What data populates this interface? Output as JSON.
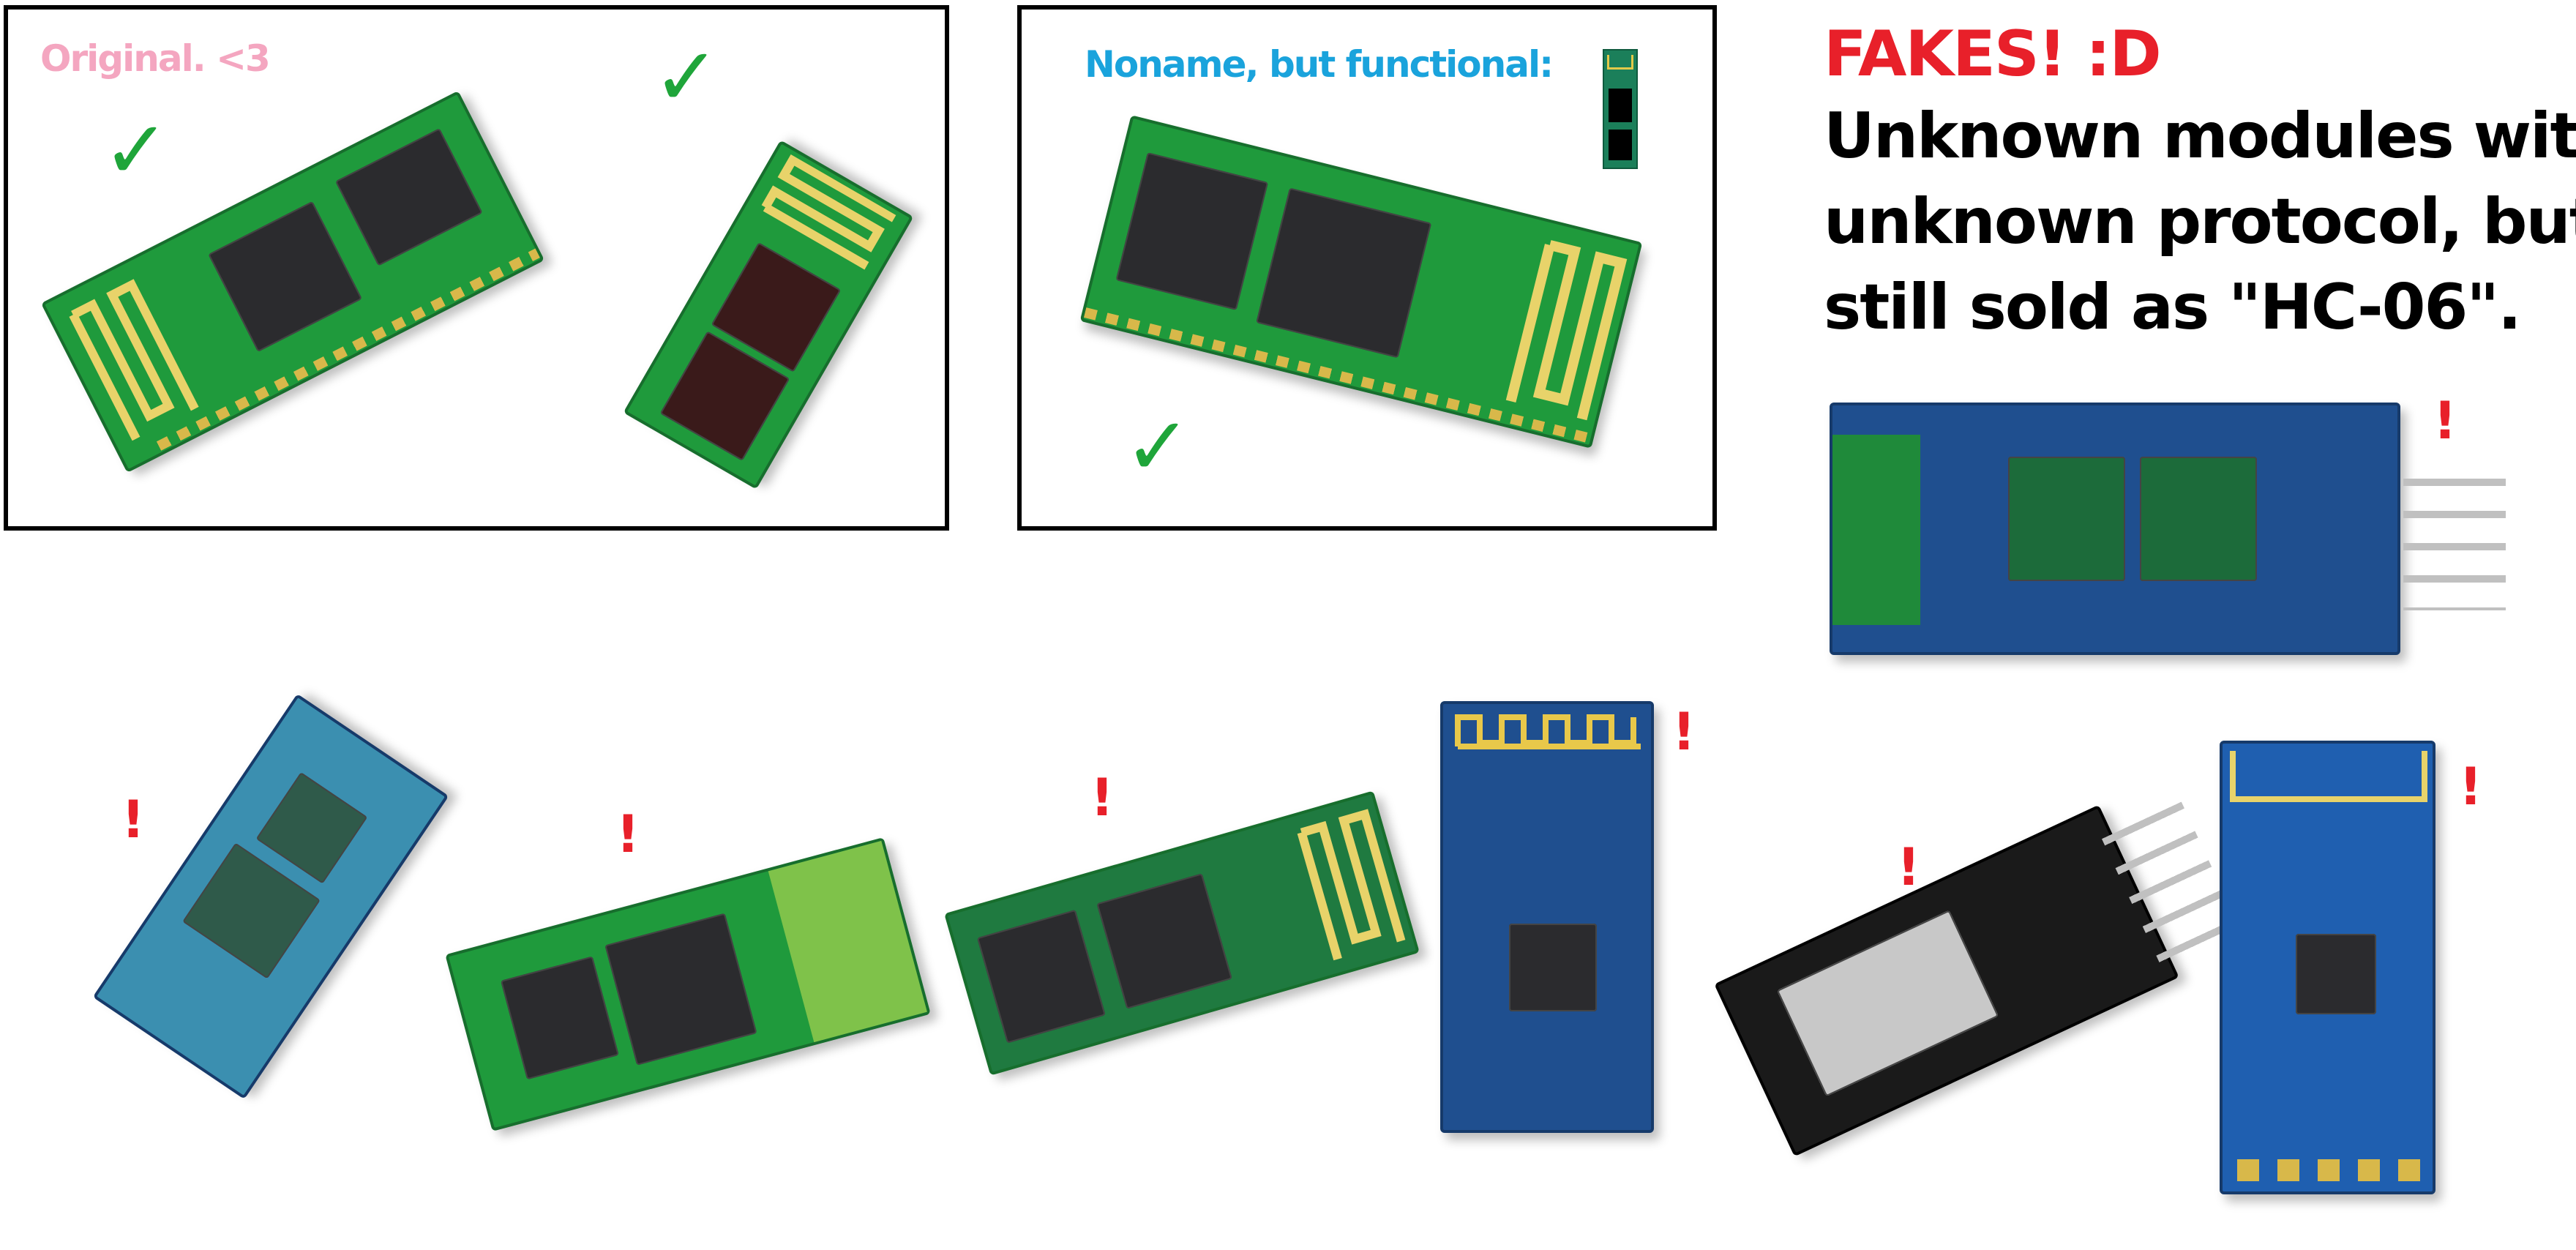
{
  "panels": {
    "original": {
      "label": "Original.  <3",
      "color": "#f4a6c0"
    },
    "noname": {
      "label": "Noname, but functional:",
      "color": "#1aa3dc"
    },
    "fakes": {
      "title": "FAKES! :D",
      "title_color": "#e8202a",
      "lines": [
        "Unknown modules with",
        "unknown protocol, but",
        "still sold as \"HC-06\"."
      ]
    }
  },
  "marks": {
    "check": "✓",
    "exclamation": "!",
    "check_color": "#1fa53a",
    "exclamation_color": "#e8202a"
  }
}
